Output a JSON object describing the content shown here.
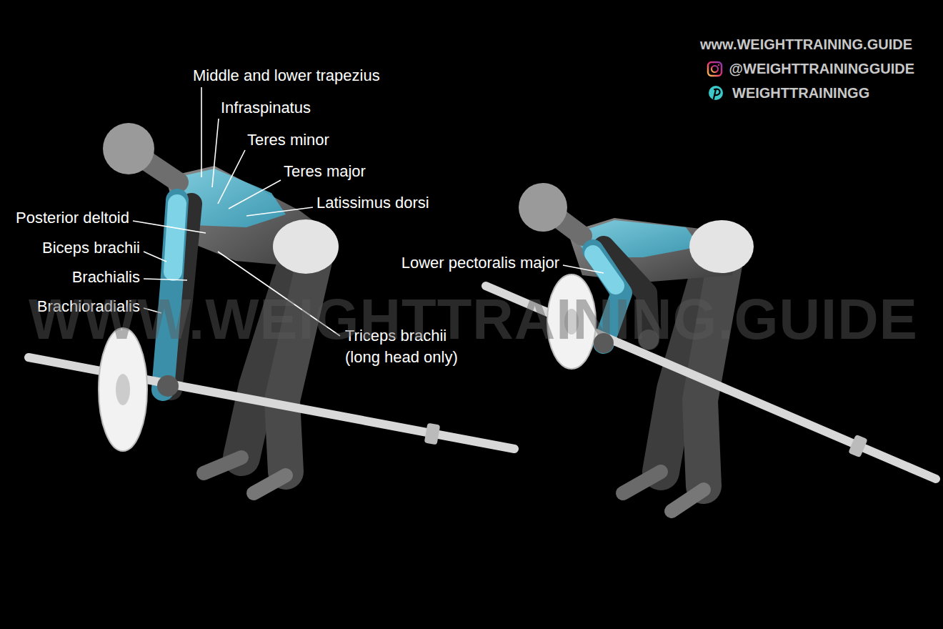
{
  "diagram": {
    "labels": [
      "Middle and lower trapezius",
      "Infraspinatus",
      "Teres minor",
      "Teres major",
      "Latissimus dorsi",
      "Posterior deltoid",
      "Biceps brachii",
      "Brachialis",
      "Brachioradialis",
      "Triceps brachii (long head only)",
      "Lower pectoralis major",
      "www.WEIGHTTRAINING.GUIDE",
      "@WEIGHTTRAININGGUIDE",
      "WEIGHTTRAININGG",
      "WWW.WEIGHTTRAINING.GUIDE"
    ]
  }
}
